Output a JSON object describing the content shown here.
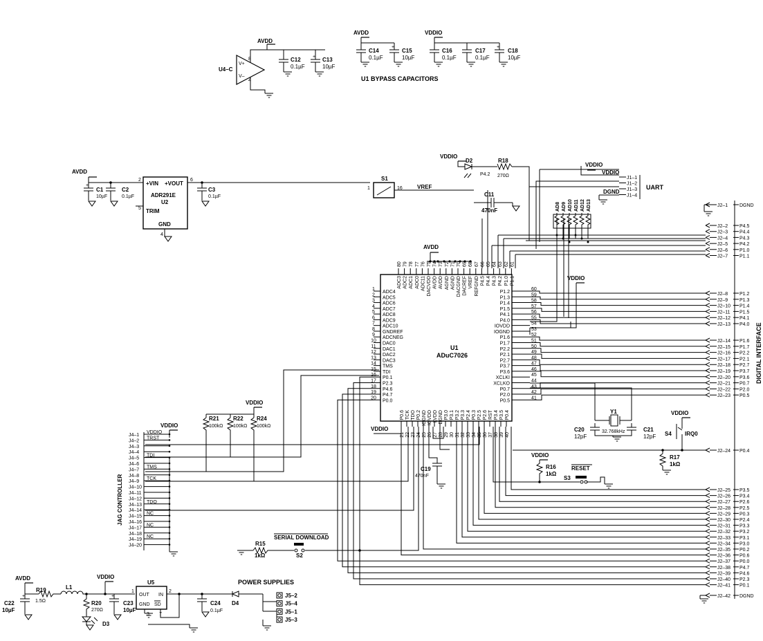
{
  "section_titles": {
    "bypass": "U1 BYPASS CAPACITORS",
    "uart": "UART",
    "digital_interface": "DIGITAL INTERFACE",
    "jtag_controller": "JAG CONTROLLER",
    "power_supplies": "POWER SUPPLIES",
    "serial_download": "SERIAL DOWNLOAD",
    "reset": "RESET"
  },
  "nets": {
    "avdd": "AVDD",
    "vddio": "VDDIO",
    "vref": "VREF",
    "dgnd": "DGND"
  },
  "u1": {
    "ref": "U1",
    "part": "ADuC7026",
    "left_pins": [
      {
        "name": "ADC4",
        "num": "1"
      },
      {
        "name": "ADC5",
        "num": "2"
      },
      {
        "name": "ADC6",
        "num": "3"
      },
      {
        "name": "ADC7",
        "num": "4"
      },
      {
        "name": "ADC8",
        "num": "5"
      },
      {
        "name": "ADC9",
        "num": "6"
      },
      {
        "name": "ADC10",
        "num": "7"
      },
      {
        "name": "GNDREF",
        "num": "8"
      },
      {
        "name": "ADCNEG",
        "num": "9"
      },
      {
        "name": "DAC0",
        "num": "10"
      },
      {
        "name": "DAC1",
        "num": "11"
      },
      {
        "name": "DAC2",
        "num": "12"
      },
      {
        "name": "DAC3",
        "num": "13"
      },
      {
        "name": "TMS",
        "num": "14"
      },
      {
        "name": "TDI",
        "num": "15"
      },
      {
        "name": "P0.1",
        "num": "16"
      },
      {
        "name": "P2.3",
        "num": "17"
      },
      {
        "name": "P4.6",
        "num": "18"
      },
      {
        "name": "P4.7",
        "num": "19"
      },
      {
        "name": "P0.0",
        "num": "20"
      }
    ],
    "right_pins": [
      {
        "name": "P1.2",
        "num": "60"
      },
      {
        "name": "P1.3",
        "num": "59"
      },
      {
        "name": "P1.4",
        "num": "58"
      },
      {
        "name": "P1.5",
        "num": "57"
      },
      {
        "name": "P4.1",
        "num": "56"
      },
      {
        "name": "P4.0",
        "num": "55"
      },
      {
        "name": "IOVDD",
        "num": "54"
      },
      {
        "name": "IOGND",
        "num": "53"
      },
      {
        "name": "P1.6",
        "num": "52"
      },
      {
        "name": "P1.7",
        "num": "51"
      },
      {
        "name": "P2.2",
        "num": "50"
      },
      {
        "name": "P2.1",
        "num": "49"
      },
      {
        "name": "P2.7",
        "num": "48"
      },
      {
        "name": "P3.7",
        "num": "47"
      },
      {
        "name": "P3.6",
        "num": "46"
      },
      {
        "name": "XCLKI",
        "num": "45"
      },
      {
        "name": "XCLKO",
        "num": "44"
      },
      {
        "name": "P0.7",
        "num": "43"
      },
      {
        "name": "P2.0",
        "num": "42"
      },
      {
        "name": "P0.5",
        "num": "41"
      }
    ],
    "top_pins": [
      {
        "name": "ADC3",
        "num": "80"
      },
      {
        "name": "ADC2",
        "num": "79"
      },
      {
        "name": "ADC1",
        "num": "78"
      },
      {
        "name": "ADC0",
        "num": "77"
      },
      {
        "name": "ADC11",
        "num": "76"
      },
      {
        "name": "DACVDD",
        "num": "75"
      },
      {
        "name": "AVDD",
        "num": "74"
      },
      {
        "name": "AVDD",
        "num": "73"
      },
      {
        "name": "AGND",
        "num": "72"
      },
      {
        "name": "AGND",
        "num": "71"
      },
      {
        "name": "DACGND",
        "num": "70"
      },
      {
        "name": "DACREF",
        "num": "69"
      },
      {
        "name": "VREF",
        "num": "68"
      },
      {
        "name": "REFGND",
        "num": "67"
      },
      {
        "name": "P4.5",
        "num": "66"
      },
      {
        "name": "P4.4",
        "num": "65"
      },
      {
        "name": "P4.3",
        "num": "64"
      },
      {
        "name": "P4.2",
        "num": "63"
      },
      {
        "name": "P1.0",
        "num": "62"
      },
      {
        "name": "P1.1",
        "num": "61"
      }
    ],
    "bottom_pins": [
      {
        "name": "P0.6",
        "num": "21"
      },
      {
        "name": "TCK",
        "num": "22"
      },
      {
        "name": "TDO",
        "num": "23"
      },
      {
        "name": "P0.2",
        "num": "24"
      },
      {
        "name": "IOGND",
        "num": "25"
      },
      {
        "name": "IOVDD",
        "num": "26"
      },
      {
        "name": "LVDD",
        "num": "27"
      },
      {
        "name": "DGND",
        "num": "28"
      },
      {
        "name": "P3.0",
        "num": "29"
      },
      {
        "name": "P3.1",
        "num": "30"
      },
      {
        "name": "P3.2",
        "num": "31"
      },
      {
        "name": "P3.3",
        "num": "32"
      },
      {
        "name": "P2.4",
        "num": "33"
      },
      {
        "name": "P0.3",
        "num": "34"
      },
      {
        "name": "P2.5",
        "num": "35"
      },
      {
        "name": "P2.6",
        "num": "36"
      },
      {
        "name": "RST",
        "num": "37"
      },
      {
        "name": "P3.4",
        "num": "38"
      },
      {
        "name": "P3.5",
        "num": "39"
      },
      {
        "name": "P0.4",
        "num": "40"
      }
    ]
  },
  "u2": {
    "ref": "U2",
    "part": "ADR291E",
    "vin": "+VIN",
    "vout": "+VOUT",
    "trim": "TRIM",
    "gnd": "GND",
    "p_vin": "2",
    "p_vout": "6",
    "p_trim": "5",
    "p_gnd": "4"
  },
  "u4c": {
    "ref": "U4–C",
    "vp": "V+",
    "vm": "V–",
    "p8": "8",
    "p4": "4"
  },
  "u5": {
    "ref": "U5",
    "out": "OUT",
    "in": "IN",
    "gnd": "GND",
    "sd": "SD",
    "p1": "1",
    "p2": "2",
    "p3": "3",
    "p7": "7"
  },
  "caps": {
    "c1": {
      "ref": "C1",
      "val": "10µF"
    },
    "c2": {
      "ref": "C2",
      "val": "0.1µF"
    },
    "c3": {
      "ref": "C3",
      "val": "0.1µF"
    },
    "c11": {
      "ref": "C11",
      "val": "470nF"
    },
    "c12": {
      "ref": "C12",
      "val": "0.1µF"
    },
    "c13": {
      "ref": "C13",
      "val": "10µF"
    },
    "c14": {
      "ref": "C14",
      "val": "0.1µF"
    },
    "c15": {
      "ref": "C15",
      "val": "10µF"
    },
    "c16": {
      "ref": "C16",
      "val": "0.1µF"
    },
    "c17": {
      "ref": "C17",
      "val": "0.1µF"
    },
    "c18": {
      "ref": "C18",
      "val": "10µF"
    },
    "c19": {
      "ref": "C19",
      "val": "470nF"
    },
    "c20": {
      "ref": "C20",
      "val": "12pF"
    },
    "c21": {
      "ref": "C21",
      "val": "12pF"
    },
    "c22": {
      "ref": "C22",
      "val": "10µF"
    },
    "c23": {
      "ref": "C23",
      "val": "10µF"
    },
    "c24": {
      "ref": "C24",
      "val": "0.1µF"
    }
  },
  "resistors": {
    "r15": {
      "ref": "R15",
      "val": "1kΩ"
    },
    "r16": {
      "ref": "R16",
      "val": "1kΩ"
    },
    "r17": {
      "ref": "R17",
      "val": "1kΩ"
    },
    "r18": {
      "ref": "R18",
      "val": "270Ω"
    },
    "r19": {
      "ref": "R19",
      "val": "1.5Ω"
    },
    "r20": {
      "ref": "R20",
      "val": "270Ω"
    },
    "r21": {
      "ref": "R21",
      "val": "100kΩ"
    },
    "r22": {
      "ref": "R22",
      "val": "100kΩ"
    },
    "r24": {
      "ref": "R24",
      "val": "100kΩ"
    }
  },
  "misc": {
    "s1": "S1",
    "s1_p1": "1",
    "s1_p16": "16",
    "s2": "S2",
    "s3": "S3",
    "s4": "S4",
    "irq0": "IRQ0",
    "d2": "D2",
    "d2_net": "P4.2",
    "d3": "D3",
    "d4": "D4",
    "l1": "L1",
    "y1": "Y1",
    "y1_val": "32.768kHz"
  },
  "ad_labels": [
    "AD8",
    "AD9",
    "AD10",
    "AD11",
    "AD12",
    "AD13"
  ],
  "j1": [
    {
      "pin": "J1–1",
      "net": "VDDIO"
    },
    {
      "pin": "J1–2",
      "net": ""
    },
    {
      "pin": "J1–3",
      "net": "DGND"
    },
    {
      "pin": "J1–4",
      "net": ""
    }
  ],
  "j2": [
    {
      "pin": "J2–1",
      "net": "DGND"
    },
    {
      "pin": "J2–2",
      "net": "P4.5"
    },
    {
      "pin": "J2–3",
      "net": "P4.4"
    },
    {
      "pin": "J2–4",
      "net": "P4.3"
    },
    {
      "pin": "J2–5",
      "net": "P4.2"
    },
    {
      "pin": "J2–6",
      "net": "P1.0"
    },
    {
      "pin": "J2–7",
      "net": "P1.1"
    },
    {
      "pin": "J2–8",
      "net": "P1.2"
    },
    {
      "pin": "J2–9",
      "net": "P1.3"
    },
    {
      "pin": "J2–10",
      "net": "P1.4"
    },
    {
      "pin": "J2–11",
      "net": "P1.5"
    },
    {
      "pin": "J2–12",
      "net": "P4.1"
    },
    {
      "pin": "J2–13",
      "net": "P4.0"
    },
    {
      "pin": "J2–14",
      "net": "P1.6"
    },
    {
      "pin": "J2–15",
      "net": "P1.7"
    },
    {
      "pin": "J2–16",
      "net": "P2.2"
    },
    {
      "pin": "J2–17",
      "net": "P2.1"
    },
    {
      "pin": "J2–18",
      "net": "P2.7"
    },
    {
      "pin": "J2–19",
      "net": "P3.7"
    },
    {
      "pin": "J2–20",
      "net": "P3.6"
    },
    {
      "pin": "J2–21",
      "net": "P0.7"
    },
    {
      "pin": "J2–22",
      "net": "P2.0"
    },
    {
      "pin": "J2–23",
      "net": "P0.5"
    },
    {
      "pin": "J2–24",
      "net": "P0.4"
    },
    {
      "pin": "J2–25",
      "net": "P3.5"
    },
    {
      "pin": "J2–26",
      "net": "P3.4"
    },
    {
      "pin": "J2–27",
      "net": "P2.6"
    },
    {
      "pin": "J2–28",
      "net": "P2.5"
    },
    {
      "pin": "J2–29",
      "net": "P0.3"
    },
    {
      "pin": "J2–30",
      "net": "P2.4"
    },
    {
      "pin": "J2–31",
      "net": "P3.3"
    },
    {
      "pin": "J2–32",
      "net": "P3.2"
    },
    {
      "pin": "J2–33",
      "net": "P3.1"
    },
    {
      "pin": "J2–34",
      "net": "P3.0"
    },
    {
      "pin": "J2–35",
      "net": "P0.2"
    },
    {
      "pin": "J2–36",
      "net": "P0.6"
    },
    {
      "pin": "J2–37",
      "net": "P0.0"
    },
    {
      "pin": "J2–38",
      "net": "P4.7"
    },
    {
      "pin": "J2–39",
      "net": "P4.6"
    },
    {
      "pin": "J2–40",
      "net": "P2.3"
    },
    {
      "pin": "J2–41",
      "net": "P0.1"
    },
    {
      "pin": "J2–42",
      "net": "DGND"
    }
  ],
  "j4": [
    {
      "pin": "J4–1",
      "net": "VDDIO"
    },
    {
      "pin": "J4–2",
      "net": "TRST"
    },
    {
      "pin": "J4–3",
      "net": ""
    },
    {
      "pin": "J4–4",
      "net": ""
    },
    {
      "pin": "J4–5",
      "net": "TDI"
    },
    {
      "pin": "J4–6",
      "net": ""
    },
    {
      "pin": "J4–7",
      "net": "TMS"
    },
    {
      "pin": "J4–8",
      "net": ""
    },
    {
      "pin": "J4–9",
      "net": "TCK"
    },
    {
      "pin": "J4–10",
      "net": ""
    },
    {
      "pin": "J4–11",
      "net": ""
    },
    {
      "pin": "J4–12",
      "net": ""
    },
    {
      "pin": "J4–13",
      "net": "TDO"
    },
    {
      "pin": "J4–14",
      "net": ""
    },
    {
      "pin": "J4–15",
      "net": "NC"
    },
    {
      "pin": "J4–16",
      "net": ""
    },
    {
      "pin": "J4–17",
      "net": "NC"
    },
    {
      "pin": "J4–18",
      "net": ""
    },
    {
      "pin": "J4–19",
      "net": "NC"
    },
    {
      "pin": "J4–20",
      "net": ""
    }
  ],
  "j5": [
    {
      "pin": "J5–2"
    },
    {
      "pin": "J5–4"
    },
    {
      "pin": "J5–1"
    },
    {
      "pin": "J5–3"
    }
  ]
}
